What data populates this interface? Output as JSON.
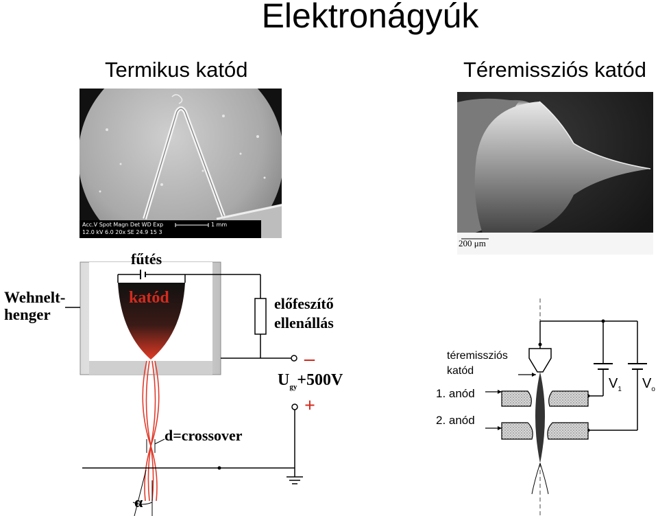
{
  "title": "Elektronágyúk",
  "left": {
    "heading": "Termikus katód",
    "sem": {
      "row1": "Acc.V   Spot Magn     Det   WD  Exp",
      "row2": "12.0 kV  6.0   20x        SE   24.9  15     3",
      "scale": "1 mm"
    },
    "diagram": {
      "futes": "fűtés",
      "katod": "katód",
      "wehnelt_1": "Wehnelt-",
      "wehnelt_2": "henger",
      "elofeszito_1": "előfeszítő",
      "elofeszito_2": "ellenállás",
      "minus": "–",
      "voltage": "+500V",
      "voltage_u": "U",
      "voltage_sub": "gy",
      "plus": "+",
      "crossover": "d=crossover",
      "alpha": "α"
    }
  },
  "right": {
    "heading": "Téremissziós katód",
    "sem": {
      "scale": "200 μm"
    },
    "diagram": {
      "cathode_1": "téremissziós",
      "cathode_2": "katód",
      "anode1": "1. anód",
      "anode2": "2. anód",
      "v1": "V",
      "v1_sub": "1",
      "v0": "V",
      "v0_sub": "o"
    }
  },
  "colors": {
    "cathode_red": "#d42b1e",
    "beam_red": "#e03a2a",
    "wehnelt_gray": "#c8c8c8"
  }
}
